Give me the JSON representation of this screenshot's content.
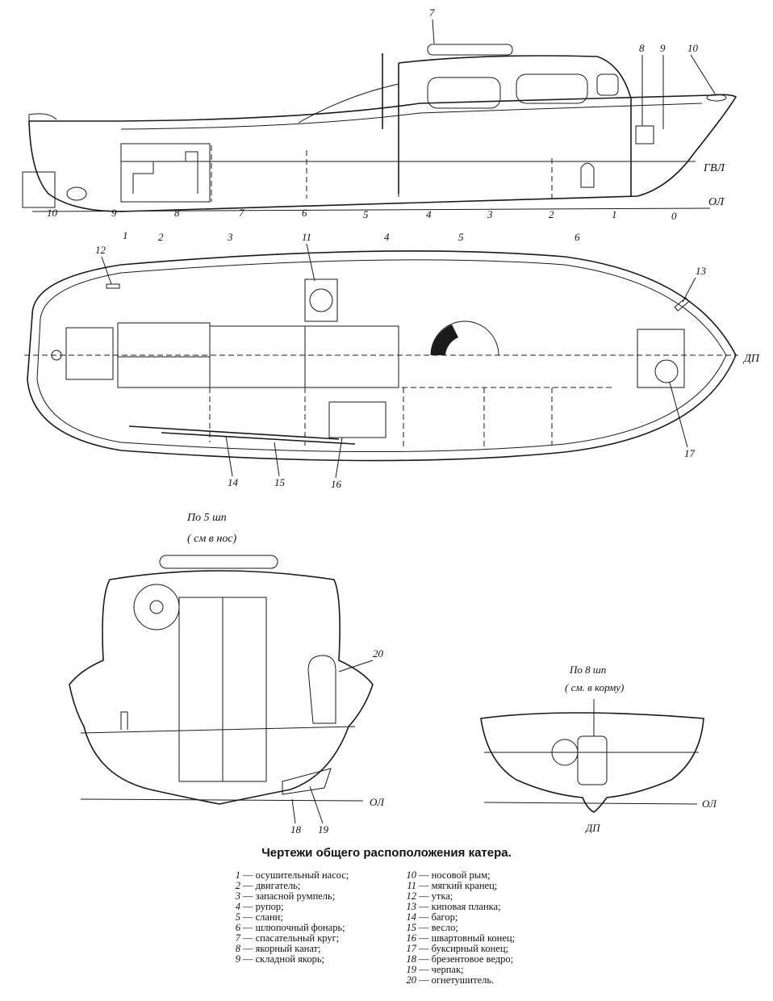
{
  "caption": "Чертежи общего распоположения катера.",
  "side_view": {
    "labels": {
      "gvl": "ГВЛ",
      "ol": "ОЛ",
      "callouts": [
        "1",
        "2",
        "3",
        "4",
        "5",
        "6",
        "7",
        "8",
        "9",
        "10"
      ],
      "frames": [
        "10",
        "9",
        "8",
        "7",
        "6",
        "5",
        "4",
        "3",
        "2",
        "1",
        "0"
      ]
    }
  },
  "plan_view": {
    "labels": {
      "dp": "ДП",
      "callouts": [
        "11",
        "12",
        "13",
        "14",
        "15",
        "16",
        "17"
      ]
    }
  },
  "section_5": {
    "title_line1": "По 5 шп",
    "title_line2": "( см в нос)",
    "labels": {
      "ol": "ОЛ",
      "callouts": [
        "18",
        "19",
        "20"
      ]
    }
  },
  "section_8": {
    "title_line1": "По 8 шп",
    "title_line2": "( см. в корму)",
    "labels": {
      "ol": "ОЛ",
      "dp": "ДП"
    }
  },
  "legend": {
    "left": [
      {
        "num": "1",
        "text": "— осушительный насос;"
      },
      {
        "num": "2",
        "text": "— двигатель;"
      },
      {
        "num": "3",
        "text": "— запасной румпель;"
      },
      {
        "num": "4",
        "text": "— рупор;"
      },
      {
        "num": "5",
        "text": "— слани;"
      },
      {
        "num": "6",
        "text": "— шлюпочный фонарь;"
      },
      {
        "num": "7",
        "text": "— спасательный круг;"
      },
      {
        "num": "8",
        "text": "— якорный канат;"
      },
      {
        "num": "9",
        "text": "— складной якорь;"
      }
    ],
    "right": [
      {
        "num": "10",
        "text": "— носовой рым;"
      },
      {
        "num": "11",
        "text": "— мягкий кранец;"
      },
      {
        "num": "12",
        "text": "— утка;"
      },
      {
        "num": "13",
        "text": "— киповая планка;"
      },
      {
        "num": "14",
        "text": "— багор;"
      },
      {
        "num": "15",
        "text": "— весло;"
      },
      {
        "num": "16",
        "text": "— швартовный конец;"
      },
      {
        "num": "17",
        "text": "— буксирный конец;"
      },
      {
        "num": "18",
        "text": "— брезентовое ведро;"
      },
      {
        "num": "19",
        "text": "— черпак;"
      },
      {
        "num": "20",
        "text": "— огнетушитель."
      }
    ]
  }
}
